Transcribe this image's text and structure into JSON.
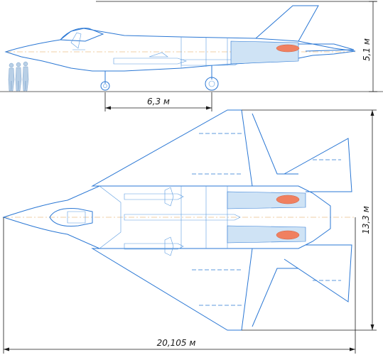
{
  "dimensions": {
    "height": "5,1 м",
    "bay_length": "6,3 м",
    "wingspan": "13,3 м",
    "length": "20,105 м"
  },
  "colors": {
    "outline": "#2a77d4",
    "dimension": "#1a1a1a",
    "exhaust": "#f08060"
  }
}
